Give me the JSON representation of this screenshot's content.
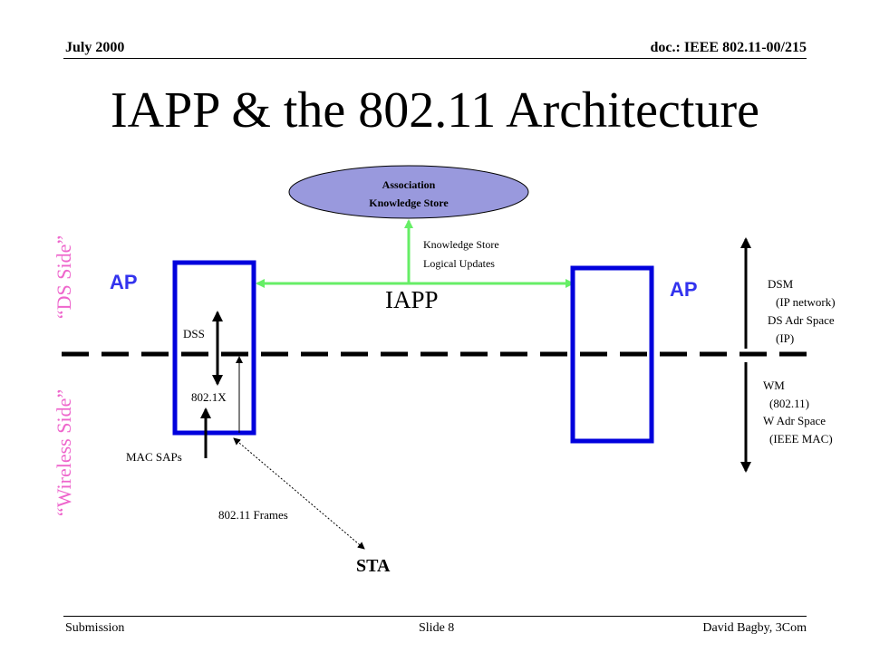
{
  "header": {
    "date": "July 2000",
    "doc": "doc.: IEEE 802.11-00/215"
  },
  "title": "IAPP & the 802.11 Architecture",
  "ellipse": {
    "line1": "Association",
    "line2": "Knowledge Store"
  },
  "ks_updates": {
    "line1": "Knowledge Store",
    "line2": "Logical Updates"
  },
  "iapp_label": "IAPP",
  "ap_left": "AP",
  "ap_right": "AP",
  "side_labels": {
    "ds": "“DS Side”",
    "wireless": "“Wireless Side”"
  },
  "labels": {
    "dss": "DSS",
    "dot1x": "802.1X",
    "mac_saps": "MAC SAPs",
    "frames": "802.11 Frames",
    "sta": "STA"
  },
  "right_notes": {
    "dsm": "DSM",
    "ip_network": "(IP network)",
    "ds_adr": "DS Adr Space",
    "ip": "(IP)",
    "wm": "WM",
    "w80211": "(802.11)",
    "w_adr": "W Adr Space",
    "ieee_mac": "(IEEE MAC)"
  },
  "footer": {
    "submission": "Submission",
    "slide": "Slide 8",
    "author": "David Bagby, 3Com"
  },
  "colors": {
    "ap_box": "#0000dd",
    "iapp_line": "#66ee66",
    "ellipse_fill": "#9999dd",
    "ap_text": "#3333ee",
    "side_text": "#ee66cc"
  }
}
